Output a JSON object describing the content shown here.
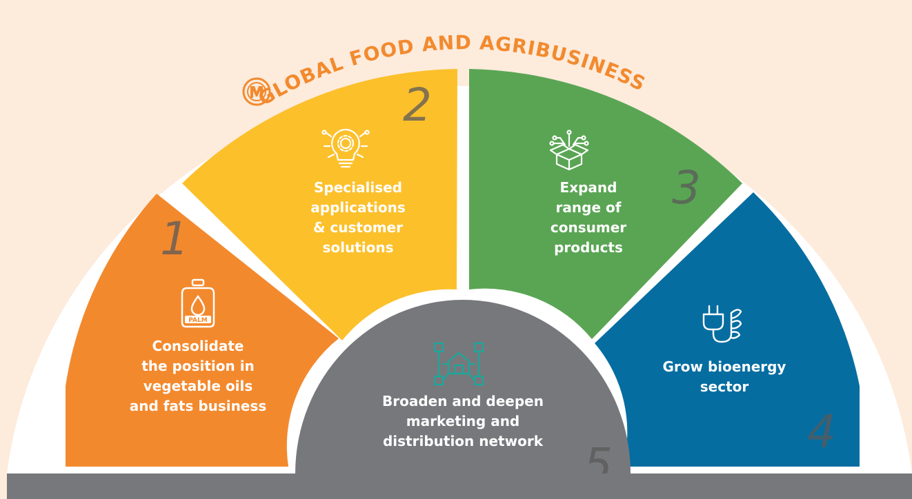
{
  "title": "GLOBAL FOOD AND AGRIBUSINESS",
  "colors": {
    "background": "#fdebdc",
    "arc": "#ffffff",
    "title": "#f28a2e",
    "consolidate": "#f3892d",
    "specialised": "#fcc02b",
    "expand": "#5aa554",
    "bioenergy": "#066da1",
    "broaden": "#77787c",
    "network_icon": "#1aa89b",
    "number": "#5a5a5a"
  },
  "segments": [
    {
      "id": "consolidate",
      "number": "1",
      "label": "Consolidate\nthe position in\nvegetable oils\nand fats business",
      "icon": "palm-oil-bottle-icon",
      "icon_text": "PALM"
    },
    {
      "id": "specialised",
      "number": "2",
      "label": "Specialised\napplications\n& customer\nsolutions",
      "icon": "lightbulb-gear-icon"
    },
    {
      "id": "expand",
      "number": "3",
      "label": "Expand\nrange of\nconsumer\nproducts",
      "icon": "product-box-icon"
    },
    {
      "id": "bioenergy",
      "number": "4",
      "label": "Grow bioenergy\nsector",
      "icon": "bioenergy-plug-icon"
    },
    {
      "id": "broaden",
      "number": "5",
      "label": "Broaden and deepen\nmarketing and\ndistribution network",
      "icon": "distribution-network-icon"
    }
  ]
}
